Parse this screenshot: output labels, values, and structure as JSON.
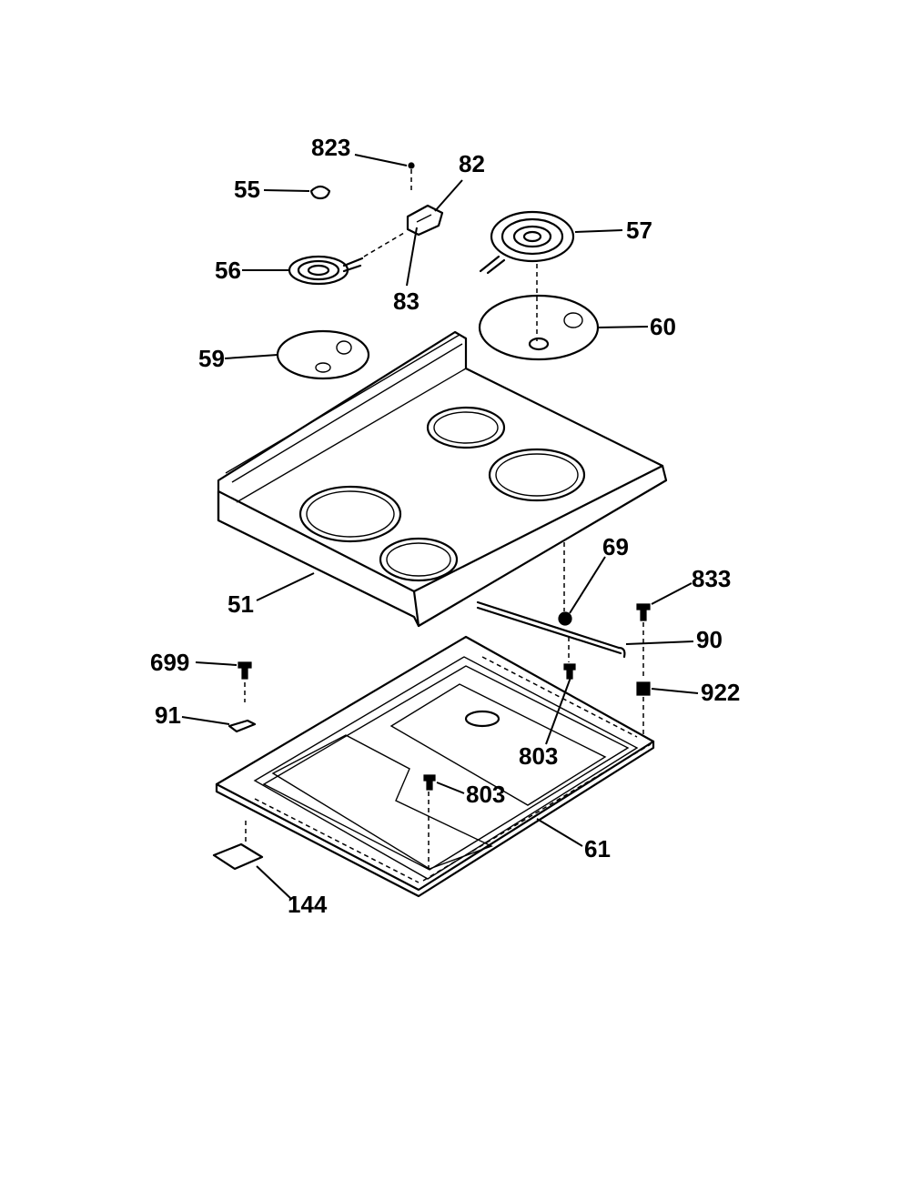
{
  "labels": {
    "p823": "823",
    "p82": "82",
    "p55": "55",
    "p57": "57",
    "p56": "56",
    "p83": "83",
    "p60": "60",
    "p59": "59",
    "p51": "51",
    "p69": "69",
    "p833": "833",
    "p90": "90",
    "p699": "699",
    "p922": "922",
    "p91": "91",
    "p803a": "803",
    "p803b": "803",
    "p61": "61",
    "p144": "144"
  }
}
